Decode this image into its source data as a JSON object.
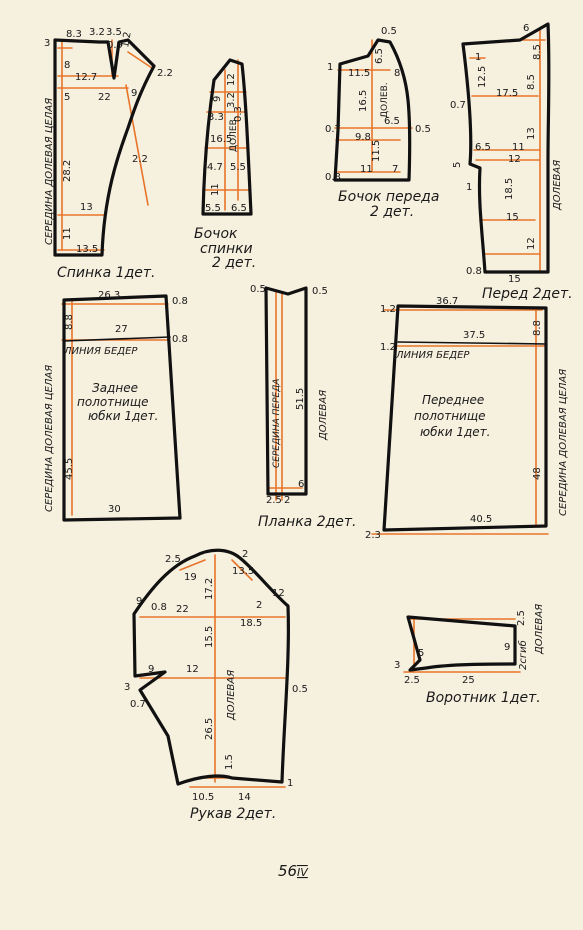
{
  "pieces": {
    "back": {
      "caption": "Спинка 1дет.",
      "side_label": "СЕРЕДИНА ДОЛЕВАЯ ЦЕЛАЯ",
      "m": [
        "8.3",
        "3.2",
        "3.5",
        "0.9",
        "1.2",
        "3",
        "8",
        "12.7",
        "22",
        "5",
        "9",
        "2.2",
        "2.2",
        "28.2",
        "13",
        "11",
        "13.5"
      ]
    },
    "back_side": {
      "caption1": "Бочок",
      "caption2": "спинки",
      "caption3": "2 дет.",
      "m": [
        "12",
        "9",
        "3.2",
        "3.3",
        "0.3",
        "16.5",
        "ДОЛЕВ.",
        "4.7",
        "5.5",
        "11",
        "5.5",
        "6.5"
      ]
    },
    "front_side": {
      "caption1": "Бочок переда",
      "caption2": "2 дет.",
      "m": [
        "0.5",
        "1",
        "11.5",
        "6.5",
        "8",
        "16.5",
        "ДОЛЕВ.",
        "6.5",
        "0.7",
        "9.8",
        "0.5",
        "11.5",
        "0.8",
        "11",
        "7"
      ]
    },
    "front": {
      "caption": "Перед 2дет.",
      "side_label": "ДОЛЕВАЯ",
      "m": [
        "6",
        "1",
        "8.5",
        "12.5",
        "17.5",
        "8.5",
        "0.7",
        "13",
        "6.5",
        "11",
        "5",
        "12",
        "1",
        "18.5",
        "15",
        "12",
        "0.8",
        "15"
      ]
    },
    "back_skirt": {
      "line1": "Заднее",
      "line2": "полотнище",
      "line3": "юбки 1дет.",
      "hip": "ЛИНИЯ БЕДЕР",
      "side_label": "СЕРЕДИНА ДОЛЕВАЯ ЦЕЛАЯ",
      "m": [
        "26.3",
        "0.8",
        "8.8",
        "27",
        "0.8",
        "45.5",
        "30"
      ]
    },
    "placket": {
      "caption": "Планка 2дет.",
      "side_label": "СЕРЕДИНА ПЕРЕДА",
      "grain": "ДОЛЕВАЯ",
      "m": [
        "0.5",
        "0.5",
        "51.5",
        "6",
        "2.5",
        "2"
      ]
    },
    "front_skirt": {
      "line1": "Переднее",
      "line2": "полотнище",
      "line3": "юбки 1дет.",
      "hip": "ЛИНИЯ БЕДЕР",
      "side_label": "СЕРЕДИНА ДОЛЕВАЯ ЦЕЛАЯ",
      "m": [
        "1.2",
        "36.7",
        "1.2",
        "37.5",
        "8.8",
        "48",
        "40.5",
        "2.3"
      ]
    },
    "sleeve": {
      "caption": "Рукав 2дет.",
      "grain": "ДОЛЕВАЯ",
      "m": [
        "2.5",
        "2",
        "19",
        "17.2",
        "13.5",
        "9",
        "0.8",
        "22",
        "2",
        "18.5",
        "12",
        "15.5",
        "9",
        "12",
        "3",
        "0.7",
        "0.5",
        "26.5",
        "1.5",
        "10.5",
        "14",
        "1"
      ]
    },
    "collar": {
      "caption": "Воротник 1дет.",
      "fold": "2сгиб",
      "grain": "ДОЛЕВАЯ",
      "m": [
        "2.5",
        "5",
        "9",
        "3",
        "2.5",
        "25"
      ]
    }
  },
  "page_number": "56",
  "page_suffix": "IV",
  "colors": {
    "paper": "#f6f0df",
    "ink": "#111111",
    "construction": "#e8742a"
  }
}
